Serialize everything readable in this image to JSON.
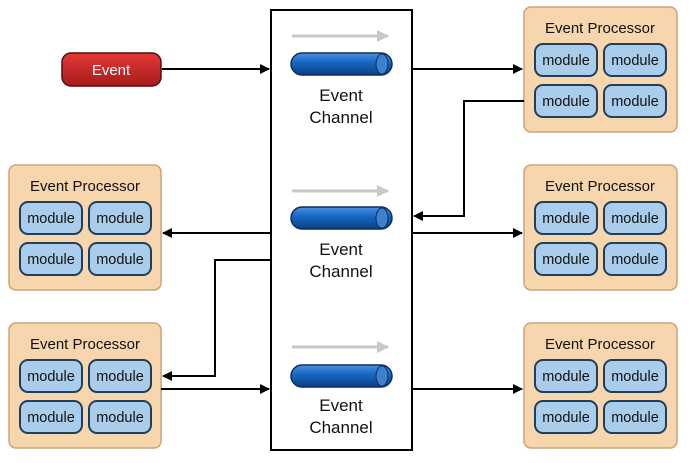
{
  "event": {
    "label": "Event"
  },
  "channels": [
    {
      "line1": "Event",
      "line2": "Channel"
    },
    {
      "line1": "Event",
      "line2": "Channel"
    },
    {
      "line1": "Event",
      "line2": "Channel"
    }
  ],
  "processors": [
    {
      "title": "Event Processor",
      "modules": [
        "module",
        "module",
        "module",
        "module"
      ]
    },
    {
      "title": "Event Processor",
      "modules": [
        "module",
        "module",
        "module",
        "module"
      ]
    },
    {
      "title": "Event Processor",
      "modules": [
        "module",
        "module",
        "module",
        "module"
      ]
    },
    {
      "title": "Event Processor",
      "modules": [
        "module",
        "module",
        "module",
        "module"
      ]
    },
    {
      "title": "Event Processor",
      "modules": [
        "module",
        "module",
        "module",
        "module"
      ]
    }
  ],
  "colors": {
    "processor_fill": "#f8d6ad",
    "processor_stroke": "#caa47a",
    "module_fill": "#a9cdea",
    "module_stroke": "#1f3f5c",
    "channel_pipe": "#1565c0",
    "event_fill": "#c62828"
  }
}
